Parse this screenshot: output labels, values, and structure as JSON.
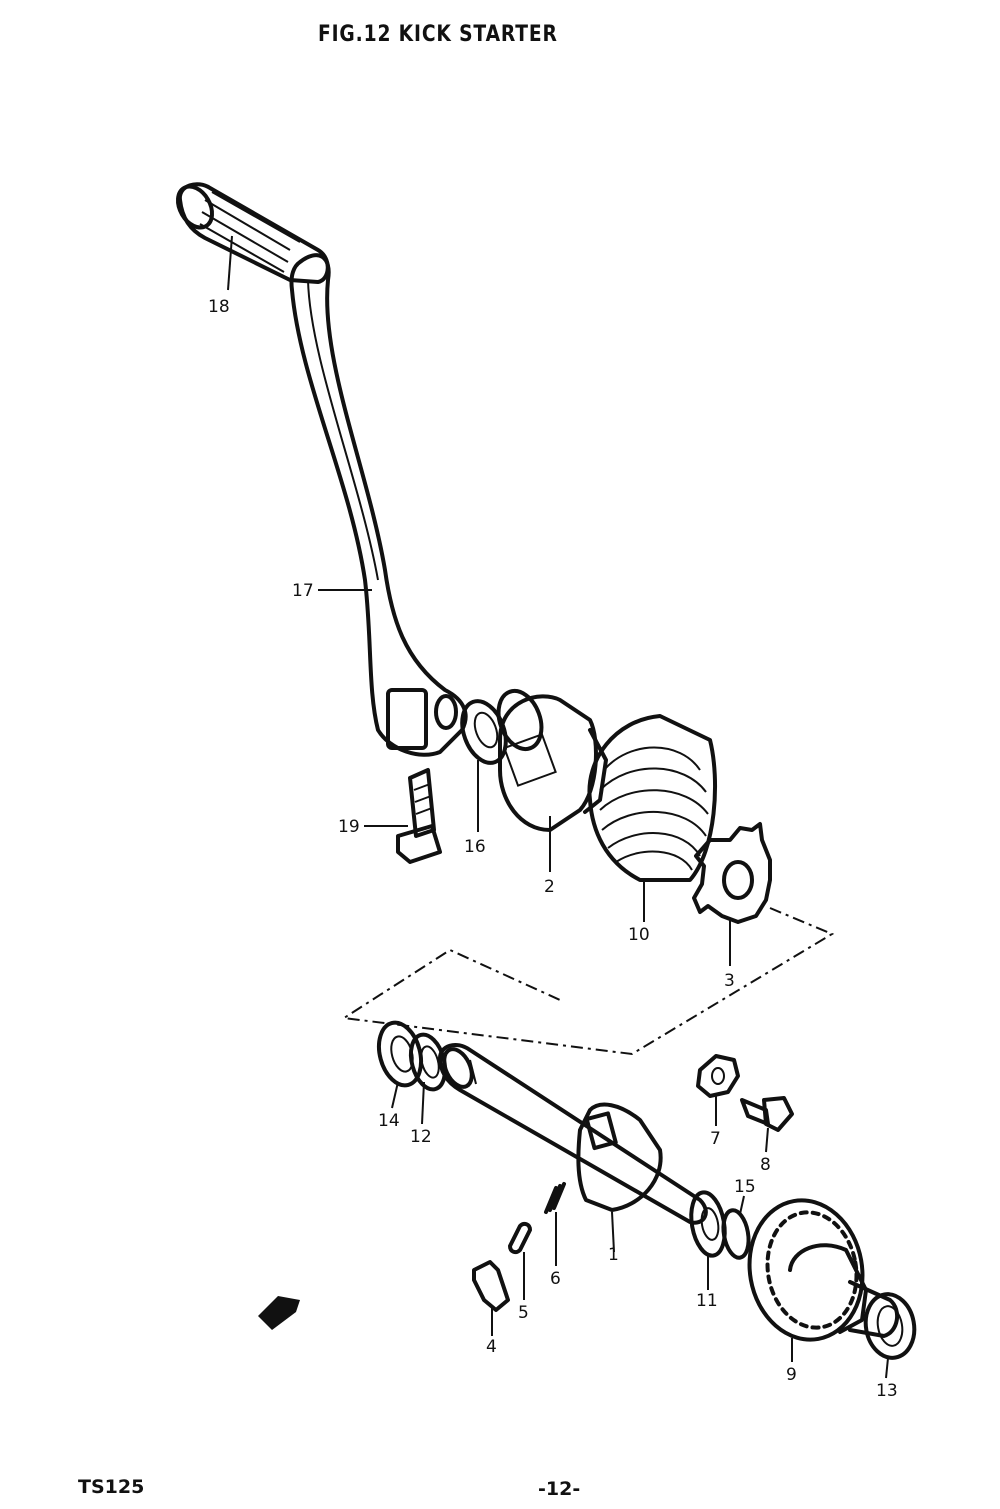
{
  "header": {
    "title": "FIG.12  KICK STARTER"
  },
  "footer": {
    "model": "TS125",
    "page": "-12-"
  },
  "parts": [
    {
      "id": "l1",
      "text": "1"
    },
    {
      "id": "l2",
      "text": "2"
    },
    {
      "id": "l3",
      "text": "3"
    },
    {
      "id": "l4",
      "text": "4"
    },
    {
      "id": "l5",
      "text": "5"
    },
    {
      "id": "l6",
      "text": "6"
    },
    {
      "id": "l7",
      "text": "7"
    },
    {
      "id": "l8",
      "text": "8"
    },
    {
      "id": "l9",
      "text": "9"
    },
    {
      "id": "l10",
      "text": "10"
    },
    {
      "id": "l11",
      "text": "11"
    },
    {
      "id": "l12",
      "text": "12"
    },
    {
      "id": "l13",
      "text": "13"
    },
    {
      "id": "l14",
      "text": "14"
    },
    {
      "id": "l15",
      "text": "15"
    },
    {
      "id": "l16",
      "text": "16"
    },
    {
      "id": "l17",
      "text": "17"
    },
    {
      "id": "l18",
      "text": "18"
    },
    {
      "id": "l19",
      "text": "19"
    }
  ]
}
